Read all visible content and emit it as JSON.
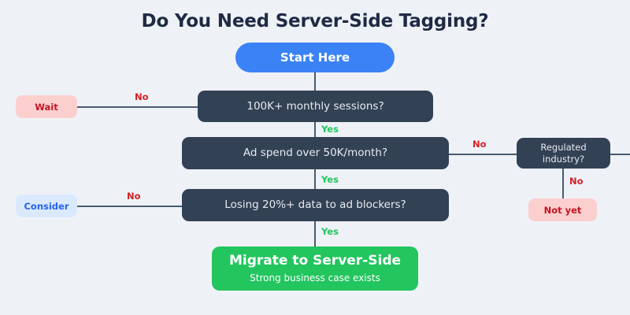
{
  "title": "Do You Need Server-Side Tagging?",
  "theme": {
    "background": "#eef2f7",
    "title_color": "#1f2a44",
    "start_color": "#3b82f6",
    "decision_color": "#334155",
    "end_color": "#22c55e",
    "connector_color": "#4a5a72",
    "yes_color": "#22c55e",
    "no_color": "#d61f26",
    "badge_negative_bg": "#fccfcf",
    "badge_negative_text": "#c41522",
    "badge_neutral_bg": "#dbe9fe",
    "badge_neutral_text": "#2563eb"
  },
  "nodes": {
    "start": {
      "label": "Start Here"
    },
    "decision1": {
      "label": "100K+ monthly sessions?"
    },
    "decision2": {
      "label": "Ad spend over 50K/month?"
    },
    "decision3": {
      "label": "Losing 20%+ data to ad blockers?"
    },
    "decision4": {
      "label": "Regulated industry?"
    },
    "outcome_wait": {
      "label": "Wait"
    },
    "outcome_consider": {
      "label": "Consider"
    },
    "outcome_notyet": {
      "label": "Not yet"
    },
    "outcome_migrate": {
      "title": "Migrate to Server-Side",
      "subtitle": "Strong business case exists"
    }
  },
  "edges": {
    "d1_no": "No",
    "d1_yes": "Yes",
    "d2_no": "No",
    "d2_yes": "Yes",
    "d3_no": "No",
    "d3_yes": "Yes",
    "d4_no": "No"
  }
}
